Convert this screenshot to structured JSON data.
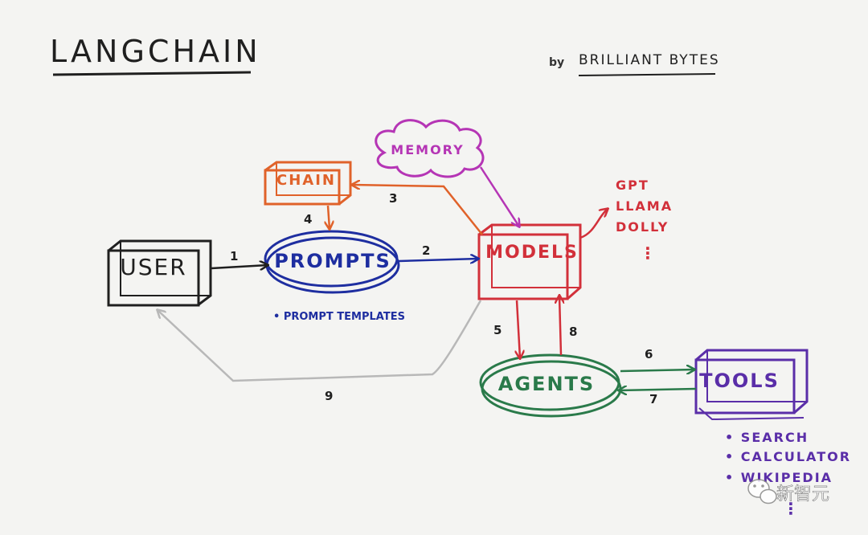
{
  "title": "LANGCHAIN",
  "byline": {
    "prefix": "by",
    "author": "BRILLIANT BYTES"
  },
  "nodes": {
    "user": "USER",
    "prompts": "PROMPTS",
    "prompts_note": "• PROMPT TEMPLATES",
    "chain": "CHAIN",
    "memory": "MEMORY",
    "models": "MODELS",
    "agents": "AGENTS",
    "tools": "TOOLS"
  },
  "model_examples": [
    "GPT",
    "LLAMA",
    "DOLLY",
    "⋮"
  ],
  "tool_examples": [
    "• SEARCH",
    "• CALCULATOR",
    "• WIKIPEDIA",
    "⋮"
  ],
  "edges": [
    {
      "label": "1",
      "from": "user",
      "to": "prompts"
    },
    {
      "label": "2",
      "from": "prompts",
      "to": "models"
    },
    {
      "label": "3",
      "from": "models",
      "to": "chain"
    },
    {
      "label": "4",
      "from": "chain",
      "to": "prompts"
    },
    {
      "label": "5",
      "from": "models",
      "to": "agents"
    },
    {
      "label": "6",
      "from": "agents",
      "to": "tools"
    },
    {
      "label": "7",
      "from": "tools",
      "to": "agents"
    },
    {
      "label": "8",
      "from": "agents",
      "to": "models"
    },
    {
      "label": "9",
      "from": "models",
      "to": "user"
    }
  ],
  "watermark": "新智元",
  "colors": {
    "ink": "#1f1f1f",
    "prompts": "#1e2ea0",
    "chain": "#e0622a",
    "memory": "#b535b5",
    "models": "#d2303a",
    "agents": "#2a7a4a",
    "tools": "#5a2ea8",
    "return": "#b8b8b8"
  }
}
